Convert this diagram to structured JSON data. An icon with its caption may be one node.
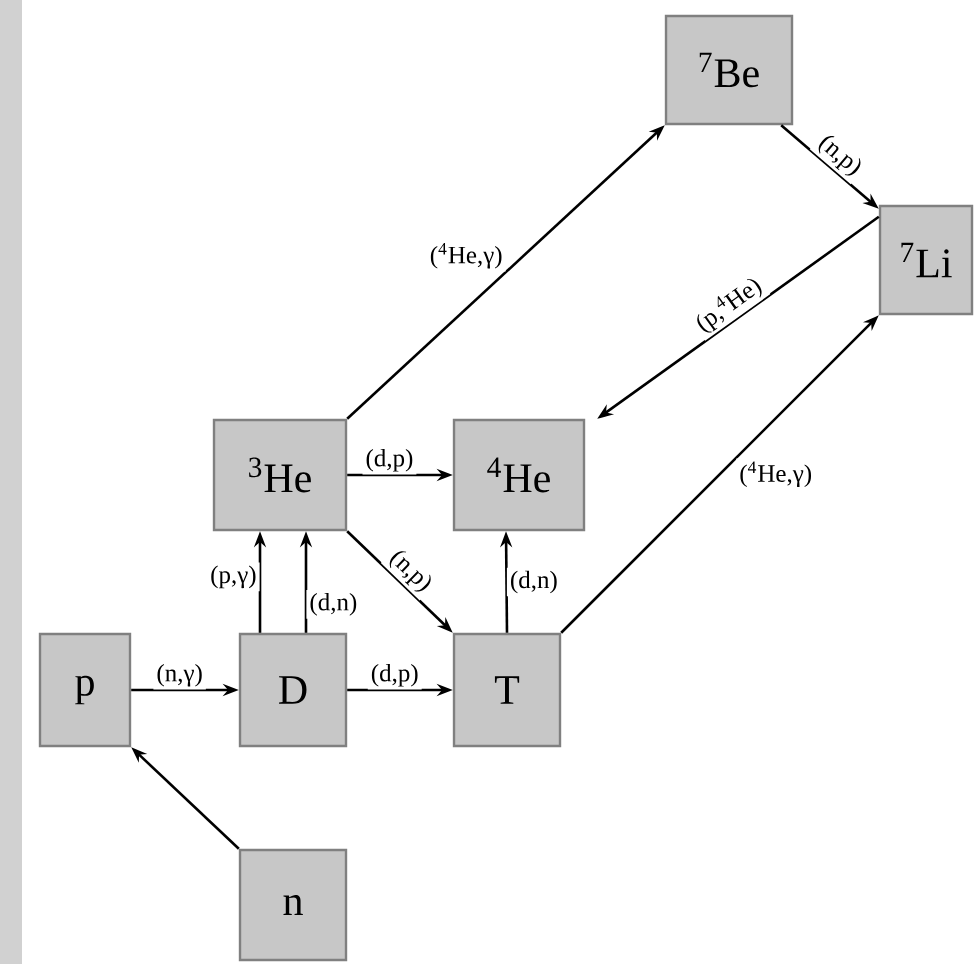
{
  "diagram": {
    "nodes": [
      {
        "text": [
          "$^{7}$Be"
        ]
      },
      {
        "text": [
          "$^{7}$Li"
        ]
      },
      {
        "text": [
          "$^{3}$He"
        ]
      },
      {
        "text": [
          "$^{4}$He"
        ]
      },
      {
        "text": [
          "p"
        ]
      },
      {
        "text": [
          "D"
        ]
      },
      {
        "text": [
          "T"
        ]
      },
      {
        "text": [
          "n"
        ]
      }
    ],
    "edges": [
      {
        "from": 7,
        "to": 4,
        "arrow": "to"
      },
      {
        "from": 4,
        "to": 5,
        "arrow": "to",
        "label": "(n,γ)"
      },
      {
        "from": 5,
        "to": 2,
        "arrow": "to",
        "label": "(p,γ)"
      },
      {
        "from": 5,
        "to": 2,
        "arrow": "to",
        "label": "(d,n)"
      },
      {
        "from": 5,
        "to": 6,
        "arrow": "to",
        "label": "(d,p)"
      },
      {
        "from": 2,
        "to": 3,
        "arrow": "to",
        "label": "(d,p)"
      },
      {
        "from": 2,
        "to": 6,
        "arrow": "to",
        "label": "(n,p)"
      },
      {
        "from": 6,
        "to": 3,
        "arrow": "to",
        "label": "(d,n)"
      },
      {
        "from": 2,
        "to": 0,
        "arrow": "to",
        "label": "($^{4}$He,γ)"
      },
      {
        "from": 0,
        "to": 1,
        "arrow": "to",
        "label": "(n,p)"
      },
      {
        "from": 1,
        "to": 3,
        "arrow": "to",
        "label": "(p,$^{4}$He)"
      },
      {
        "from": 6,
        "to": 1,
        "arrow": "to",
        "label": "($^{4}$He,γ)"
      }
    ]
  }
}
